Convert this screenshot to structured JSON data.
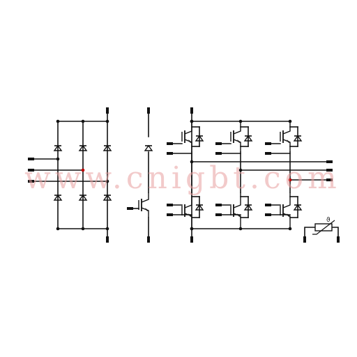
{
  "diagram": {
    "watermark_text": "www.cnigbt.com",
    "colors": {
      "wire": "#111111",
      "red_pin": "#c00000",
      "watermark": "#e8a0a0",
      "background": "#ffffff"
    },
    "sections": [
      {
        "id": "rectifier-bridge",
        "parts": "6 diodes, 3-phase input, DC output"
      },
      {
        "id": "brake-chopper",
        "parts": "1 IGBT + 1 freewheel diode"
      },
      {
        "id": "inverter-bridge",
        "parts": "6 IGBTs with anti-parallel diodes, 3 outputs"
      },
      {
        "id": "ntc-thermistor",
        "parts": "1 NTC sensor with 2 pins"
      }
    ]
  }
}
